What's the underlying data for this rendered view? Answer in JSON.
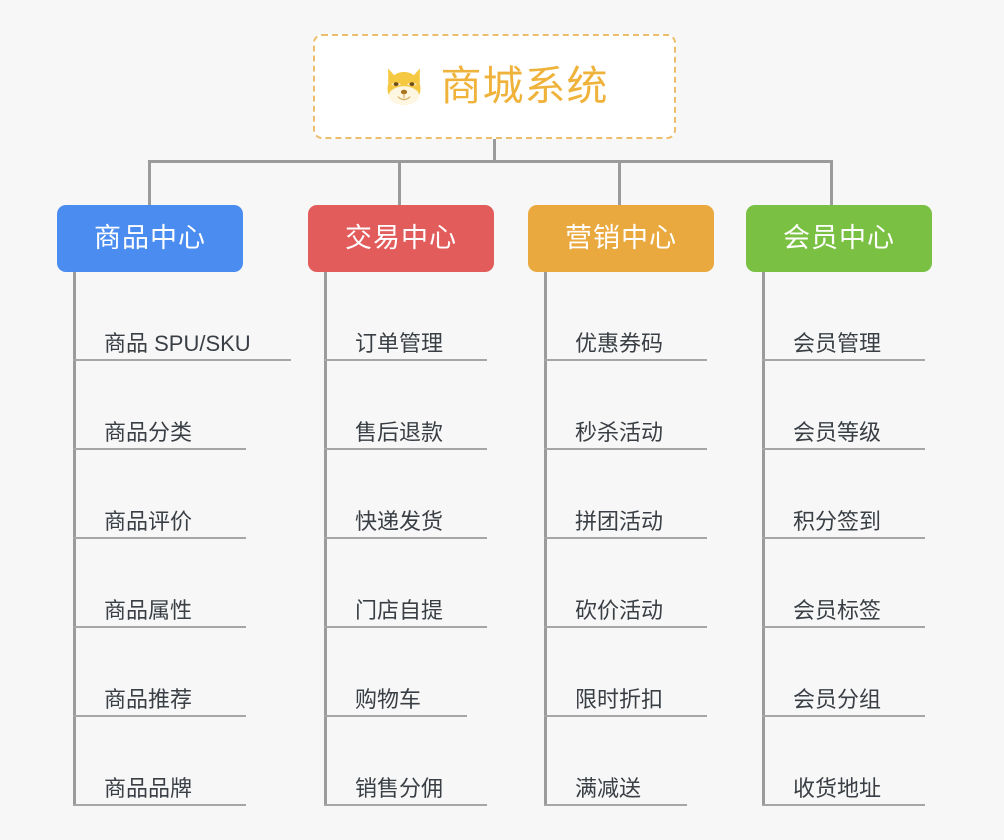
{
  "diagram": {
    "type": "mind-map",
    "title": "商城系统",
    "background_color": "#f7f7f7",
    "root": {
      "label": "商城系统",
      "icon": "dog-face-icon",
      "text_color": "#efb33c",
      "border_color": "#edbd6e",
      "border_style": "dashed",
      "background_color": "#ffffff"
    },
    "connector_color": "#9b9b9b",
    "leaf_text_color": "#3a3f45",
    "leaf_underline_color": "#a6a6a6",
    "categories": [
      {
        "label": "商品中心",
        "color": "#4a8cf0",
        "items": [
          "商品 SPU/SKU",
          "商品分类",
          "商品评价",
          "商品属性",
          "商品推荐",
          "商品品牌"
        ]
      },
      {
        "label": "交易中心",
        "color": "#e35c5c",
        "items": [
          "订单管理",
          "售后退款",
          "快递发货",
          "门店自提",
          "购物车",
          "销售分佣"
        ]
      },
      {
        "label": "营销中心",
        "color": "#eaa93e",
        "items": [
          "优惠券码",
          "秒杀活动",
          "拼团活动",
          "砍价活动",
          "限时折扣",
          "满减送"
        ]
      },
      {
        "label": "会员中心",
        "color": "#7ac143",
        "items": [
          "会员管理",
          "会员等级",
          "积分签到",
          "会员标签",
          "会员分组",
          "收货地址"
        ]
      }
    ]
  }
}
